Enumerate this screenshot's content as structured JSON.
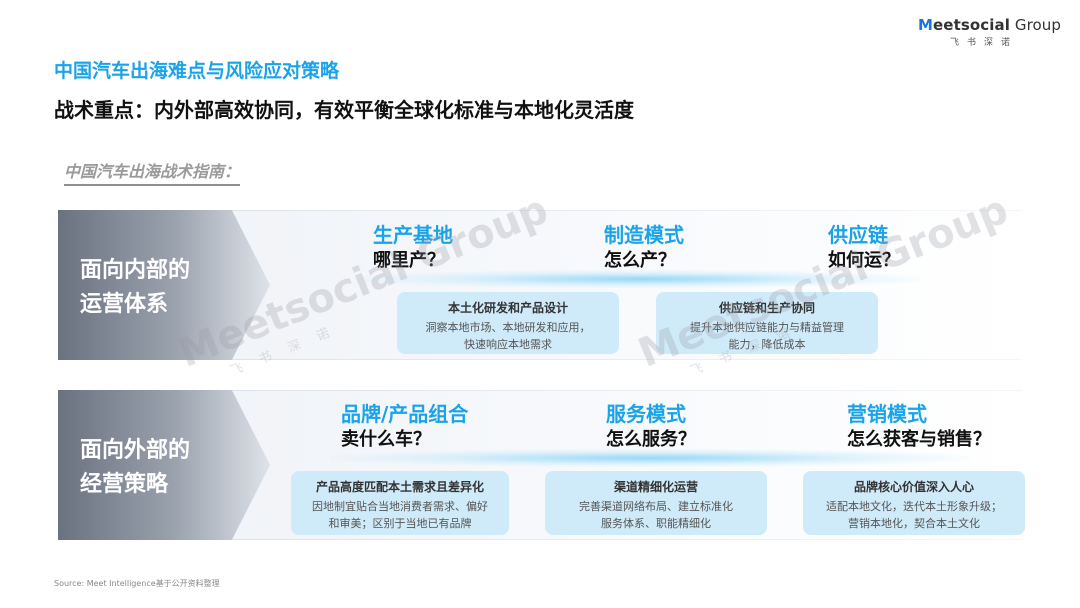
{
  "brand": {
    "name_first": "M",
    "name_rest": "eetsocial",
    "name_group": " Group",
    "sub": "飞书深诺"
  },
  "header": {
    "title": "中国汽车出海难点与风险应对策略",
    "subtitle": "战术重点：内外部高效协同，有效平衡全球化标准与本地化灵活度"
  },
  "guide_label": "中国汽车出海战术指南：",
  "internal": {
    "label_line1": "面向内部的",
    "label_line2": "运营体系",
    "columns": [
      {
        "heading": "生产基地",
        "question": "哪里产？"
      },
      {
        "heading": "制造模式",
        "question": "怎么产？"
      },
      {
        "heading": "供应链",
        "question": "如何运？"
      }
    ],
    "cards": [
      {
        "title": "本土化研发和产品设计",
        "desc1": "洞察本地市场、本地研发和应用，",
        "desc2": "快速响应本地需求"
      },
      {
        "title": "供应链和生产协同",
        "desc1": "提升本地供应链能力与精益管理",
        "desc2": "能力，降低成本"
      }
    ]
  },
  "external": {
    "label_line1": "面向外部的",
    "label_line2": "经营策略",
    "columns": [
      {
        "heading": "品牌/产品组合",
        "question": "卖什么车？"
      },
      {
        "heading": "服务模式",
        "question": "怎么服务？"
      },
      {
        "heading": "营销模式",
        "question": "怎么获客与销售？"
      }
    ],
    "cards": [
      {
        "title": "产品高度匹配本土需求且差异化",
        "desc1": "因地制宜贴合当地消费者需求、偏好",
        "desc2": "和审美；区别于当地已有品牌"
      },
      {
        "title": "渠道精细化运营",
        "desc1": "完善渠道网络布局、建立标准化",
        "desc2": "服务体系、职能精细化"
      },
      {
        "title": "品牌核心价值深入人心",
        "desc1": "适配本地文化，迭代本土形象升级；",
        "desc2": "营销本地化，契合本土文化"
      }
    ]
  },
  "watermark": {
    "main": "Meetsocial Group",
    "sub": "飞书深诺"
  },
  "source": "Source: Meet Intelligence基于公开资料整理"
}
